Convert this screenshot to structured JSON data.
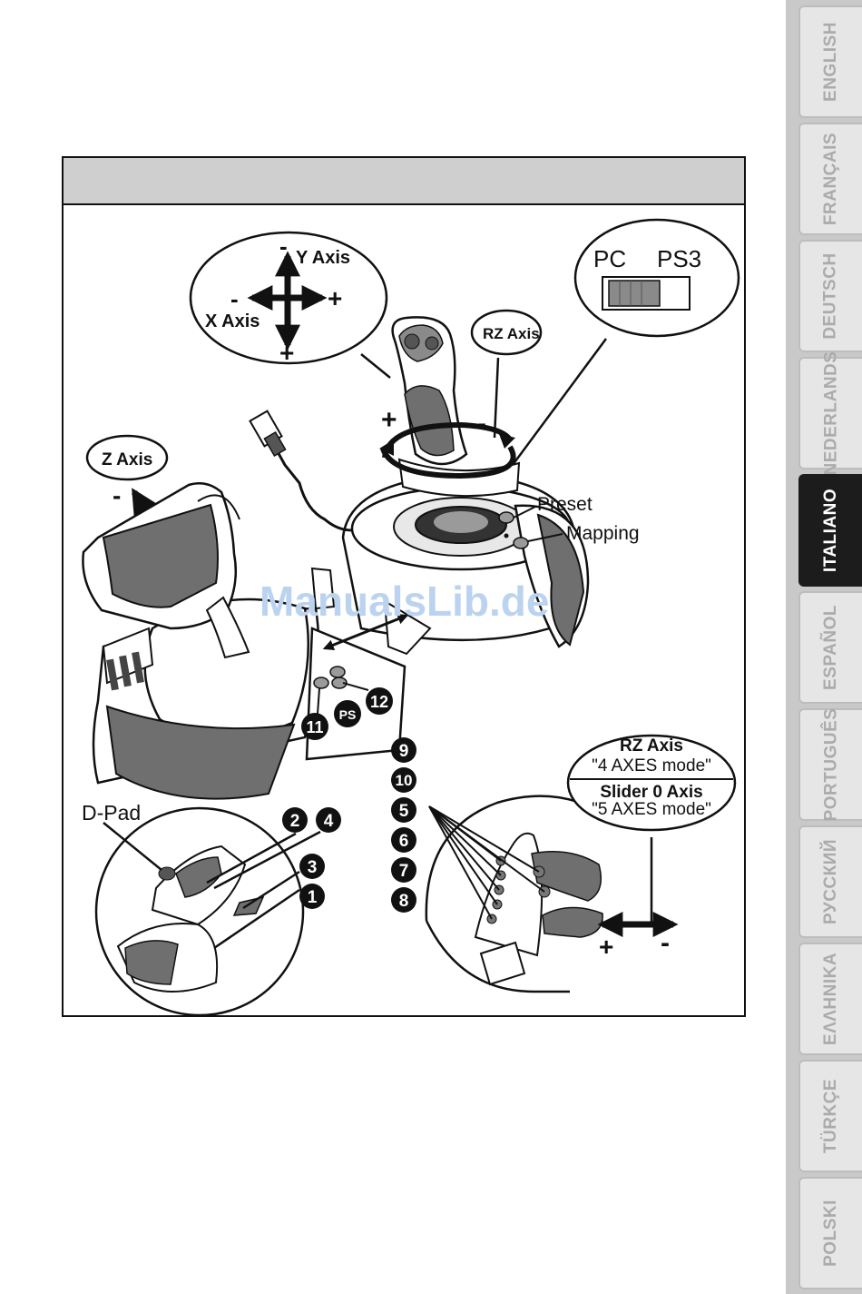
{
  "languages": [
    "ENGLISH",
    "FRANÇAIS",
    "DEUTSCH",
    "NEDERLANDS",
    "ITALIANO",
    "ESPAÑOL",
    "PORTUGUÊS",
    "РУССКИЙ",
    "ΕΛΛΗΝΙΚΑ",
    "TÜRKÇE",
    "POLSKI"
  ],
  "active_language": "ITALIANO",
  "colors": {
    "tab_active": "#1c1c1c",
    "tab_inactive": "#e6e6e6",
    "header": "#cfcfcf",
    "watermark": "#bcd3f0"
  },
  "diagram": {
    "xy_axes": {
      "y_label": "Y Axis",
      "x_label": "X Axis",
      "minus": "-",
      "plus": "+"
    },
    "rz_axis": {
      "label": "RZ Axis",
      "plus": "+",
      "minus": "-"
    },
    "switch": {
      "left": "PC",
      "right": "PS3"
    },
    "z_axis": {
      "label": "Z Axis",
      "minus": "-",
      "plus": "+"
    },
    "preset": "Preset",
    "mapping": "Mapping",
    "ps_button": "PS",
    "buttons": {
      "b11": "11",
      "b12": "12",
      "b1": "1",
      "b2": "2",
      "b3": "3",
      "b4": "4",
      "b5": "5",
      "b6": "6",
      "b7": "7",
      "b8": "8",
      "b9": "9",
      "b10": "10"
    },
    "dpad": "D-Pad",
    "throttle_box": {
      "rz_axis": "RZ Axis",
      "four_axes": "\"4 AXES mode\"",
      "slider": "Slider 0 Axis",
      "five_axes": "\"5 AXES mode\""
    },
    "slider_plus": "+",
    "slider_minus": "-",
    "watermark": "ManualsLib.de"
  }
}
